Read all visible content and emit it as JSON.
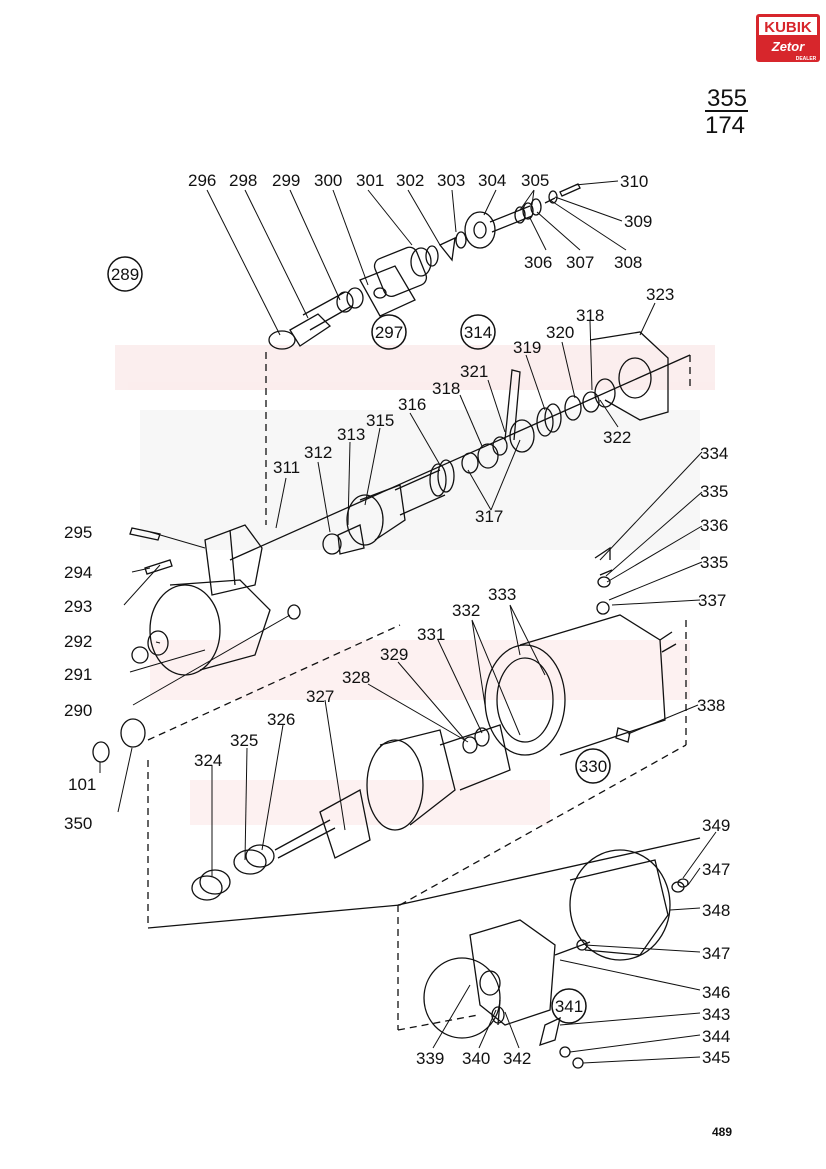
{
  "header": {
    "brand_top": "KUBIK",
    "brand_bottom": "Zetor",
    "brand_tag": "DEALER",
    "ref_top": "355",
    "ref_bottom": "174"
  },
  "page_number": "489",
  "callouts": {
    "c289": "289",
    "c297": "297",
    "c314": "314",
    "c330": "330",
    "c341": "341"
  },
  "labels": {
    "l296": "296",
    "l298": "298",
    "l299": "299",
    "l300": "300",
    "l301": "301",
    "l302": "302",
    "l303": "303",
    "l304": "304",
    "l305": "305",
    "l310": "310",
    "l309": "309",
    "l306": "306",
    "l307": "307",
    "l308": "308",
    "l323": "323",
    "l318a": "318",
    "l320": "320",
    "l319": "319",
    "l321": "321",
    "l318b": "318",
    "l316": "316",
    "l315": "315",
    "l313": "313",
    "l312": "312",
    "l311": "311",
    "l322": "322",
    "l317": "317",
    "l295": "295",
    "l294": "294",
    "l293": "293",
    "l292": "292",
    "l291": "291",
    "l290": "290",
    "l101": "101",
    "l350": "350",
    "l334": "334",
    "l335a": "335",
    "l336": "336",
    "l335b": "335",
    "l337": "337",
    "l333": "333",
    "l332": "332",
    "l331": "331",
    "l329": "329",
    "l328": "328",
    "l327": "327",
    "l326": "326",
    "l325": "325",
    "l324": "324",
    "l338": "338",
    "l349": "349",
    "l347a": "347",
    "l348": "348",
    "l347b": "347",
    "l346": "346",
    "l343": "343",
    "l344": "344",
    "l345": "345",
    "l339": "339",
    "l340": "340",
    "l342": "342"
  },
  "colors": {
    "ink": "#111111",
    "brand_red": "#d7262c",
    "watermark": "#f6dede"
  }
}
